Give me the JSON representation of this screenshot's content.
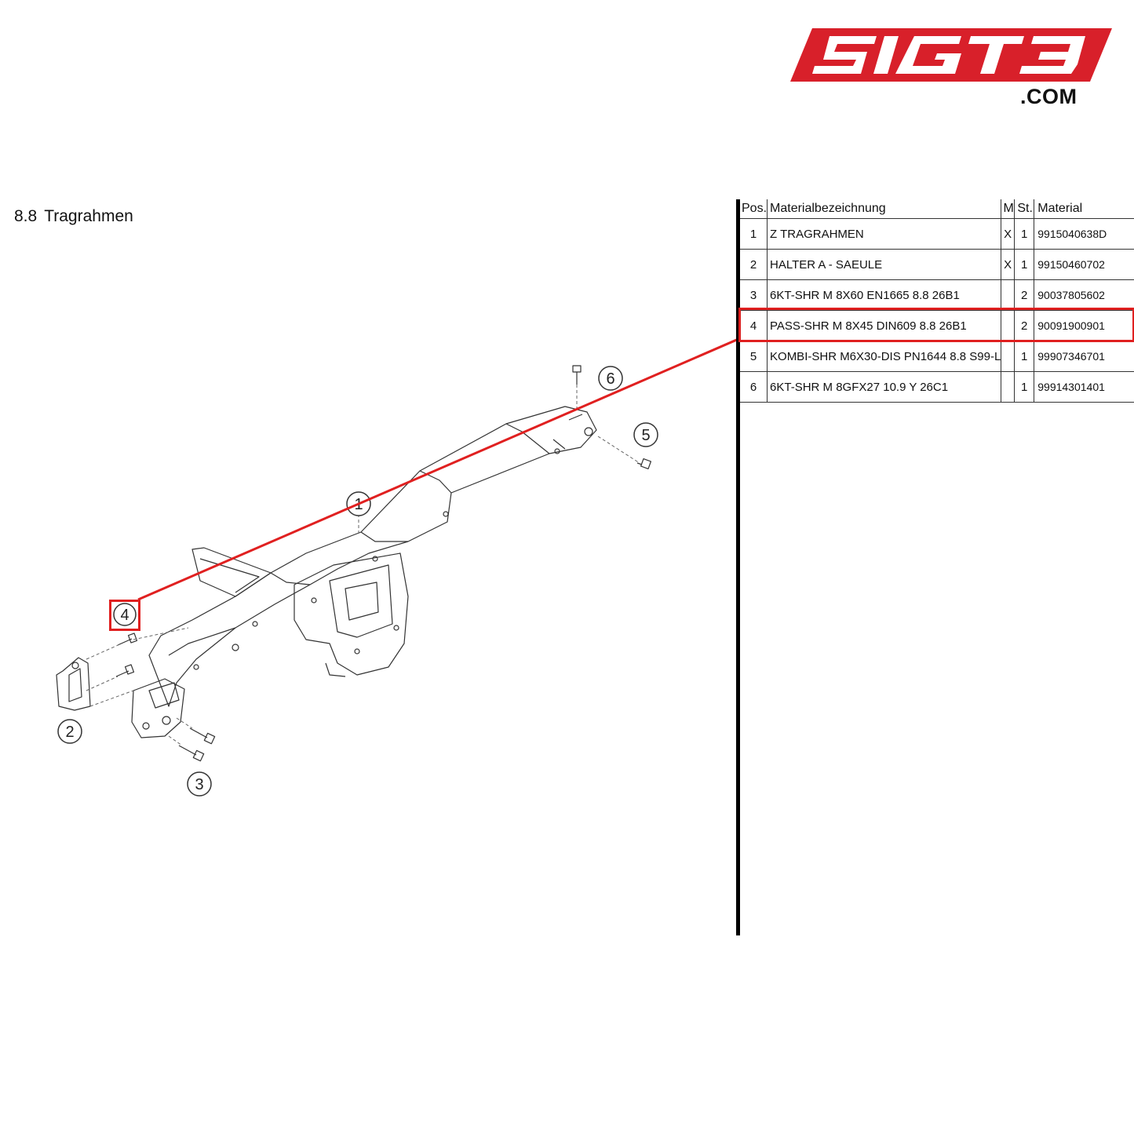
{
  "logo": {
    "text": "SIGT3",
    "suffix": ".COM",
    "color": "#d8202a"
  },
  "section": {
    "number": "8.8",
    "title": "Tragrahmen"
  },
  "table": {
    "headers": {
      "pos": "Pos.",
      "name": "Materialbezeichnung",
      "m": "M",
      "st": "St.",
      "material": "Material"
    },
    "rows": [
      {
        "pos": "1",
        "name": "Z TRAGRAHMEN",
        "m": "X",
        "st": "1",
        "material": "9915040638D"
      },
      {
        "pos": "2",
        "name": "HALTER A - SAEULE",
        "m": "X",
        "st": "1",
        "material": "99150460702"
      },
      {
        "pos": "3",
        "name": "6KT-SHR M 8X60 EN1665 8.8 26B1",
        "m": "",
        "st": "2",
        "material": "90037805602"
      },
      {
        "pos": "4",
        "name": "PASS-SHR M 8X45 DIN609 8.8 26B1",
        "m": "",
        "st": "2",
        "material": "90091900901"
      },
      {
        "pos": "5",
        "name": "KOMBI-SHR M6X30-DIS PN1644 8.8 S99-L",
        "m": "",
        "st": "1",
        "material": "99907346701"
      },
      {
        "pos": "6",
        "name": "6KT-SHR M 8GFX27 10.9 Y 26C1",
        "m": "",
        "st": "1",
        "material": "99914301401"
      }
    ],
    "highlighted_pos": "4"
  },
  "diagram": {
    "callouts": [
      "1",
      "2",
      "3",
      "4",
      "5",
      "6"
    ],
    "highlighted_callout": "4",
    "highlight_color": "#e02020"
  }
}
